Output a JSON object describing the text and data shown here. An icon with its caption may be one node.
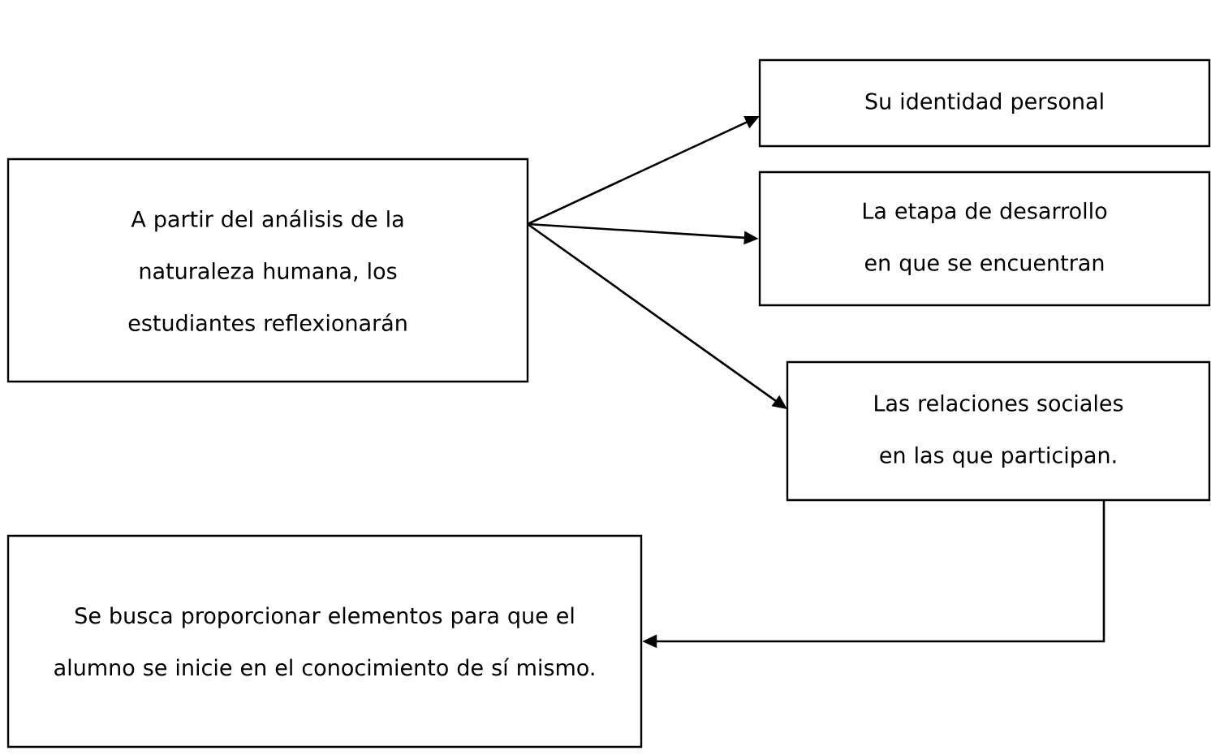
{
  "diagram": {
    "nodes": [
      {
        "text": [
          "A partir del análisis de la naturaleza humana, los estudiantes reflexionarán"
        ]
      },
      {
        "text": [
          "Su identidad personal"
        ]
      },
      {
        "text": [
          "La etapa de desarrollo en que se encuentran"
        ]
      },
      {
        "text": [
          "Las relaciones sociales en las que participan."
        ]
      },
      {
        "text": [
          "Se busca proporcionar elementos para que el alumno se inicie en el conocimiento de sí mismo."
        ]
      }
    ],
    "edges": [
      {
        "from": 0,
        "to": 1,
        "arrow": "to"
      },
      {
        "from": 0,
        "to": 2,
        "arrow": "to"
      },
      {
        "from": 0,
        "to": 3,
        "arrow": "to"
      },
      {
        "from": 3,
        "to": 4,
        "arrow": "to"
      }
    ]
  }
}
